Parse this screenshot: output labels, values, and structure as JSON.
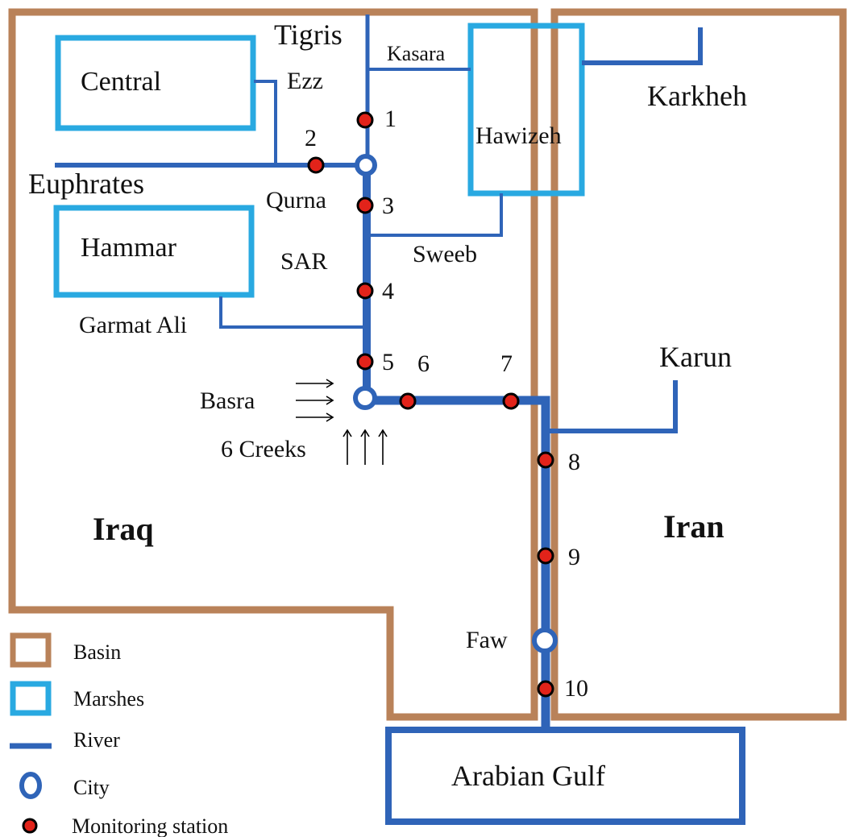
{
  "colors": {
    "basin": "#b98259",
    "marsh": "#29a9e1",
    "river": "#2f64b8",
    "gulf": "#2f64b8",
    "city_ring": "#2f64b8",
    "station": "#e2231a"
  },
  "countries": {
    "iraq": "Iraq",
    "iran": "Iran"
  },
  "marshes": {
    "central": "Central",
    "hammar": "Hammar",
    "hawizeh": "Hawizeh"
  },
  "water_body": "Arabian Gulf",
  "rivers": {
    "tigris": "Tigris",
    "euphrates": "Euphrates",
    "karkheh": "Karkheh",
    "karun": "Karun",
    "kasara": "Kasara",
    "ezz": "Ezz",
    "sweeb": "Sweeb",
    "sar": "SAR",
    "garmat_ali": "Garmat Ali",
    "creeks": "6 Creeks"
  },
  "cities": {
    "qurna": "Qurna",
    "basra": "Basra",
    "faw": "Faw"
  },
  "stations": [
    "1",
    "2",
    "3",
    "4",
    "5",
    "6",
    "7",
    "8",
    "9",
    "10"
  ],
  "legend": {
    "basin": "Basin",
    "marshes": "Marshes",
    "river": "River",
    "city": "City",
    "station": "Monitoring station"
  }
}
